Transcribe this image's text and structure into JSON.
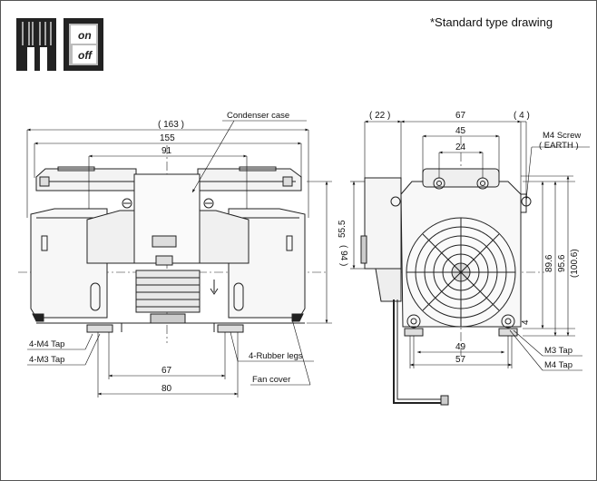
{
  "note": "*Standard type drawing",
  "icons": {
    "wire_icon": "wire-terminal-icon",
    "switch_icon": "on-off-switch-icon",
    "switch_on": "on",
    "switch_off": "off"
  },
  "front_view": {
    "callouts": {
      "condenser_case": "Condenser case",
      "m4_tap": "4-M4 Tap",
      "m3_tap": "4-M3 Tap",
      "rubber_legs": "4-Rubber legs",
      "fan_cover": "Fan cover"
    },
    "dims": {
      "overall": "( 163 )",
      "width": "155",
      "top": "91",
      "height": "( 94 )",
      "base_inner": "67",
      "base_outer": "80"
    }
  },
  "side_view": {
    "callouts": {
      "m4_screw": "M4 Screw",
      "earth": "( EARTH )",
      "m3_tap": "M3 Tap",
      "m4_tap": "M4 Tap"
    },
    "dims": {
      "left_offset": "( 22 )",
      "width": "67",
      "right_offset": "( 4 )",
      "mid": "45",
      "inner": "24",
      "h_left": "55.5",
      "h1": "89.6",
      "h2": "95.6",
      "h3": "(100.6)",
      "foot": "4",
      "base_inner": "49",
      "base_outer": "57"
    }
  }
}
